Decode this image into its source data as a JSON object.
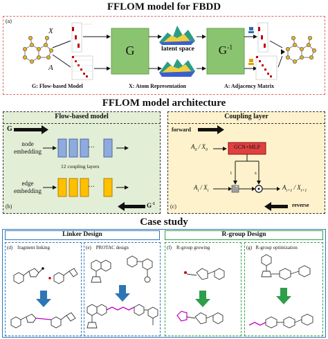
{
  "titles": {
    "top": "FFLOM model for FBDD",
    "middle": "FFLOM model architecture",
    "bottom": "Case study"
  },
  "panel_a": {
    "label": "(a)",
    "x_symbol": "X",
    "a_symbol": "A",
    "g_block": "G",
    "ginv_block": "G",
    "ginv_sup": "-1",
    "latent": "latent space",
    "legend_g": "G: Flow-based Model",
    "legend_x": "X: Atom Representation",
    "legend_a": "A: Adjacency Matrix"
  },
  "panel_b": {
    "header": "Flow-based model",
    "g_label": "G",
    "node_line1": "node",
    "node_line2": "embedding",
    "coupling": "12 coupling  layers",
    "edge_line1": "edge",
    "edge_line2": "embedding",
    "label": "(b)",
    "ginv_label": "G",
    "ginv_sup": "-1",
    "dots": "···"
  },
  "panel_c": {
    "header": "Coupling layer",
    "forward": "forward",
    "input": "A",
    "input_sub": "0",
    "input_sep": " / X",
    "input_sub2": "0",
    "gcn": "GCN+MLP",
    "t": "t",
    "s": "s",
    "left_in": "A",
    "left_in_sub": "i",
    "left_in_sep": " / X",
    "left_in_sub2": "i",
    "plus": "+",
    "dot": "⊙",
    "out": "A",
    "out_sub": "i+1",
    "out_sep": " / X",
    "out_sub2": "i+1",
    "label": "(c)",
    "reverse": "reverse"
  },
  "case": {
    "linker": "Linker Design",
    "rgroup": "R-group Design",
    "d_label": "(d)",
    "d_text": "fragment linking",
    "e_label": "(e)",
    "e_text": "PROTAC design",
    "f_label": "(f)",
    "f_text": "R-group growing",
    "g_label": "(g)",
    "g_text": "R-group optimization"
  },
  "colors": {
    "green_block": "#8bc470",
    "node_blue": "#8faadc",
    "edge_yellow": "#ffc000",
    "gcn_red": "#e04040",
    "linker_blue": "#2e75b6",
    "rgroup_green": "#2e9e4a",
    "panel_a_border": "#e06666"
  }
}
